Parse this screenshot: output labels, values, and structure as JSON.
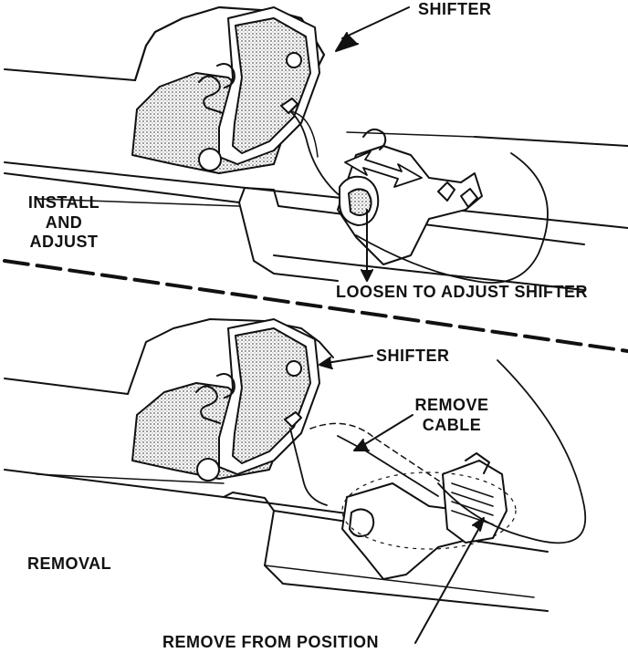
{
  "top_panel": {
    "shifter_label": "SHIFTER",
    "install_adjust_label": [
      "INSTALL",
      "AND",
      "ADJUST"
    ],
    "loosen_label": "LOOSEN TO ADJUST SHIFTER"
  },
  "bottom_panel": {
    "shifter_label": "SHIFTER",
    "remove_cable_label": [
      "REMOVE",
      "CABLE"
    ],
    "removal_label": "REMOVAL",
    "remove_from_position_label": "REMOVE FROM POSITION"
  },
  "colors": {
    "ink": "#111111",
    "paper": "#ffffff",
    "shade": "#9a9a9a"
  }
}
